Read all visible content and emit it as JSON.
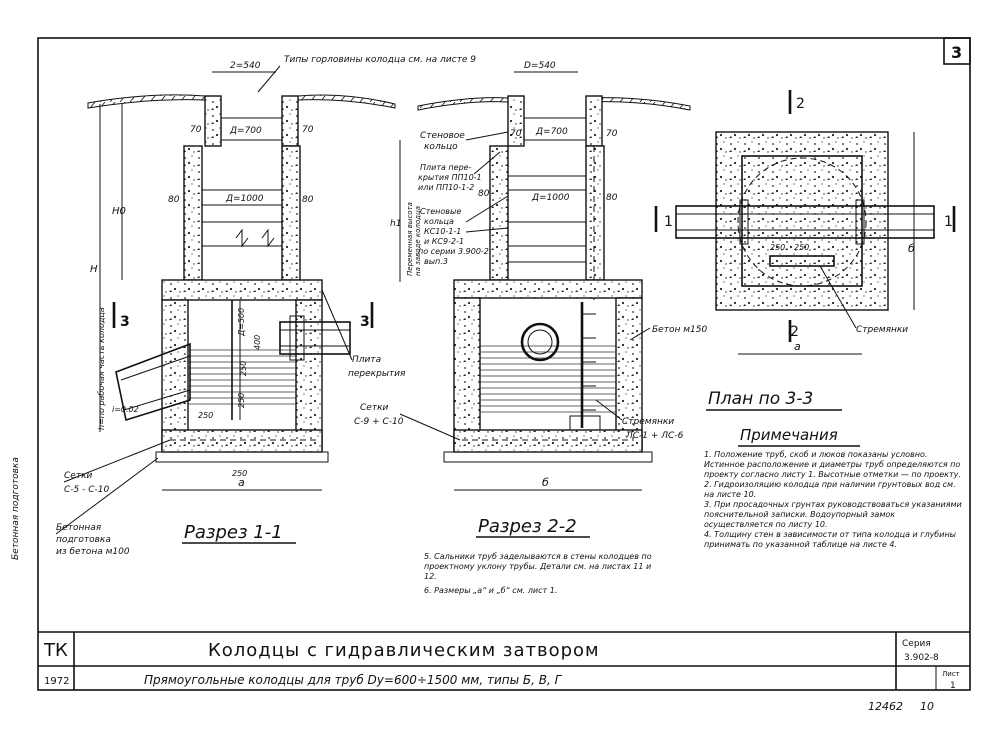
{
  "sheet_number": "3",
  "stamp": "12462",
  "stamp_suffix": "10",
  "title_block": {
    "org": "ТК",
    "year": "1972",
    "title": "Колодцы с гидравлическим затвором",
    "subtitle": "Прямоугольные колодцы для труб Dу=600÷1500 мм, типы Б, В, Г",
    "series_label": "Серия",
    "series_value": "3.902-8",
    "sheet_label": "Лист",
    "sheet_value": "1"
  },
  "section_1": {
    "caption": "Разрез 1-1",
    "hatch_note": "Типы горловины колодца см. на листе 9",
    "dims": {
      "neck_d": "2=540",
      "d700": "Д=700",
      "d1000": "Д=1000",
      "w70a": "70",
      "w70b": "70",
      "w80a": "80",
      "w80b": "80",
      "h": "H",
      "h0": "H0",
      "h_work": "h=по рабочая часть колодца",
      "d500": "Д=500",
      "d400": "400",
      "d250a": "250",
      "d250b": "250",
      "d250c": "250",
      "i002": "i=0.02",
      "w250": "250",
      "a": "а"
    },
    "cut_marks": {
      "left": "3",
      "right": "3"
    },
    "labels": {
      "setki": "Сетки",
      "setki_codes": "С-5 - С-10",
      "beton_podg_1": "Бетонная",
      "beton_podg_2": "подготовка",
      "beton_podg_3": "из бетона м100",
      "plita_1": "Плита",
      "plita_2": "перекрытия",
      "margin_note": "Бетонная подготовка"
    }
  },
  "section_2": {
    "caption": "Разрез 2-2",
    "dims": {
      "neck_d": "D=540",
      "d700": "Д=700",
      "d1000": "Д=1000",
      "w70a": "70",
      "w70b": "70",
      "w80a": "80",
      "w80b": "80",
      "h1": "h1",
      "b": "б"
    },
    "labels": {
      "stenovoe_1": "Стеновое",
      "stenovoe_2": "кольцо",
      "plita_1": "Плита пере-",
      "plita_2": "крытия ПП10-1",
      "plita_3": "или ПП10-1-2",
      "rings_1": "Стеновые",
      "rings_2": "кольца",
      "rings_3": "КС10-1-1",
      "rings_4": "и КС9-2-1",
      "rings_5": "по серии 3.900-2",
      "rings_6": "вып.3",
      "var_1": "Переменная высота",
      "var_2": "на заводе колодца",
      "beton": "Бетон м150",
      "setki": "Сетки",
      "setki_codes": "С-9 + С-10",
      "steps": "Стремянки",
      "steps_codes": "ЛС-1 + ЛС-6"
    }
  },
  "plan": {
    "title": "План по 3-3",
    "cut_top": "2",
    "cut_bottom": "2",
    "cut_left": "1",
    "cut_right": "1",
    "dim_a": "а",
    "dim_b": "б",
    "dim_250a": "250",
    "dim_250b": "250",
    "steps": "Стремянки"
  },
  "notes": {
    "heading": "Примечания",
    "items": [
      "1. Положение труб, скоб и люков показаны условно. Истинное расположение и диаметры труб определяются по проекту согласно листу 1. Высотные отметки — по проекту.",
      "2. Гидроизоляцию колодца при наличии грунтовых вод см. на листе 10.",
      "3. При просадочных грунтах руководствоваться указаниями пояснительной записки. Водоупорный замок осуществляется по листу 10.",
      "4. Толщину стен в зависимости от типа колодца и глубины принимать по указанной таблице на листе 4.",
      "5. Сальники труб заделываются в стены колодцев по проектному уклону трубы. Детали см. на листах 11 и 12.",
      "6. Размеры „а“ и „б“ см. лист 1."
    ]
  }
}
